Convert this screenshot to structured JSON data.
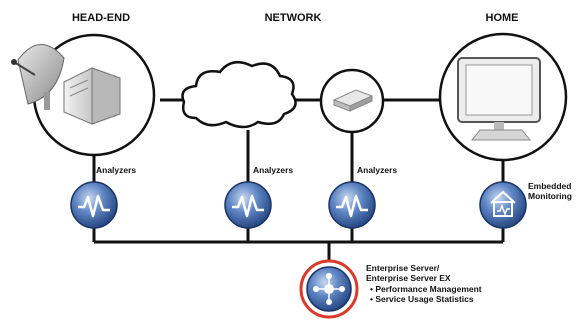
{
  "sections": {
    "head_end": "HEAD-END",
    "network": "NETWORK",
    "home": "HOME"
  },
  "labels": {
    "analyzers_1": "Analyzers",
    "analyzers_2": "Analyzers",
    "analyzers_3": "Analyzers",
    "embedded_1": "Embedded",
    "embedded_2": "Monitoring"
  },
  "server": {
    "line1": "Enterprise Server/",
    "line2": "Enterprise Server EX",
    "bullets": [
      "• Performance Management",
      "• Service Usage Statistics"
    ]
  },
  "colors": {
    "line": "#111111",
    "node_blue": "#2f5fa8",
    "node_light": "#7fa3d6",
    "highlight_ring": "#d93a2b"
  },
  "icons": {
    "analyzer": "waveform-icon",
    "embedded": "home-monitor-icon",
    "server": "hub-network-icon"
  }
}
